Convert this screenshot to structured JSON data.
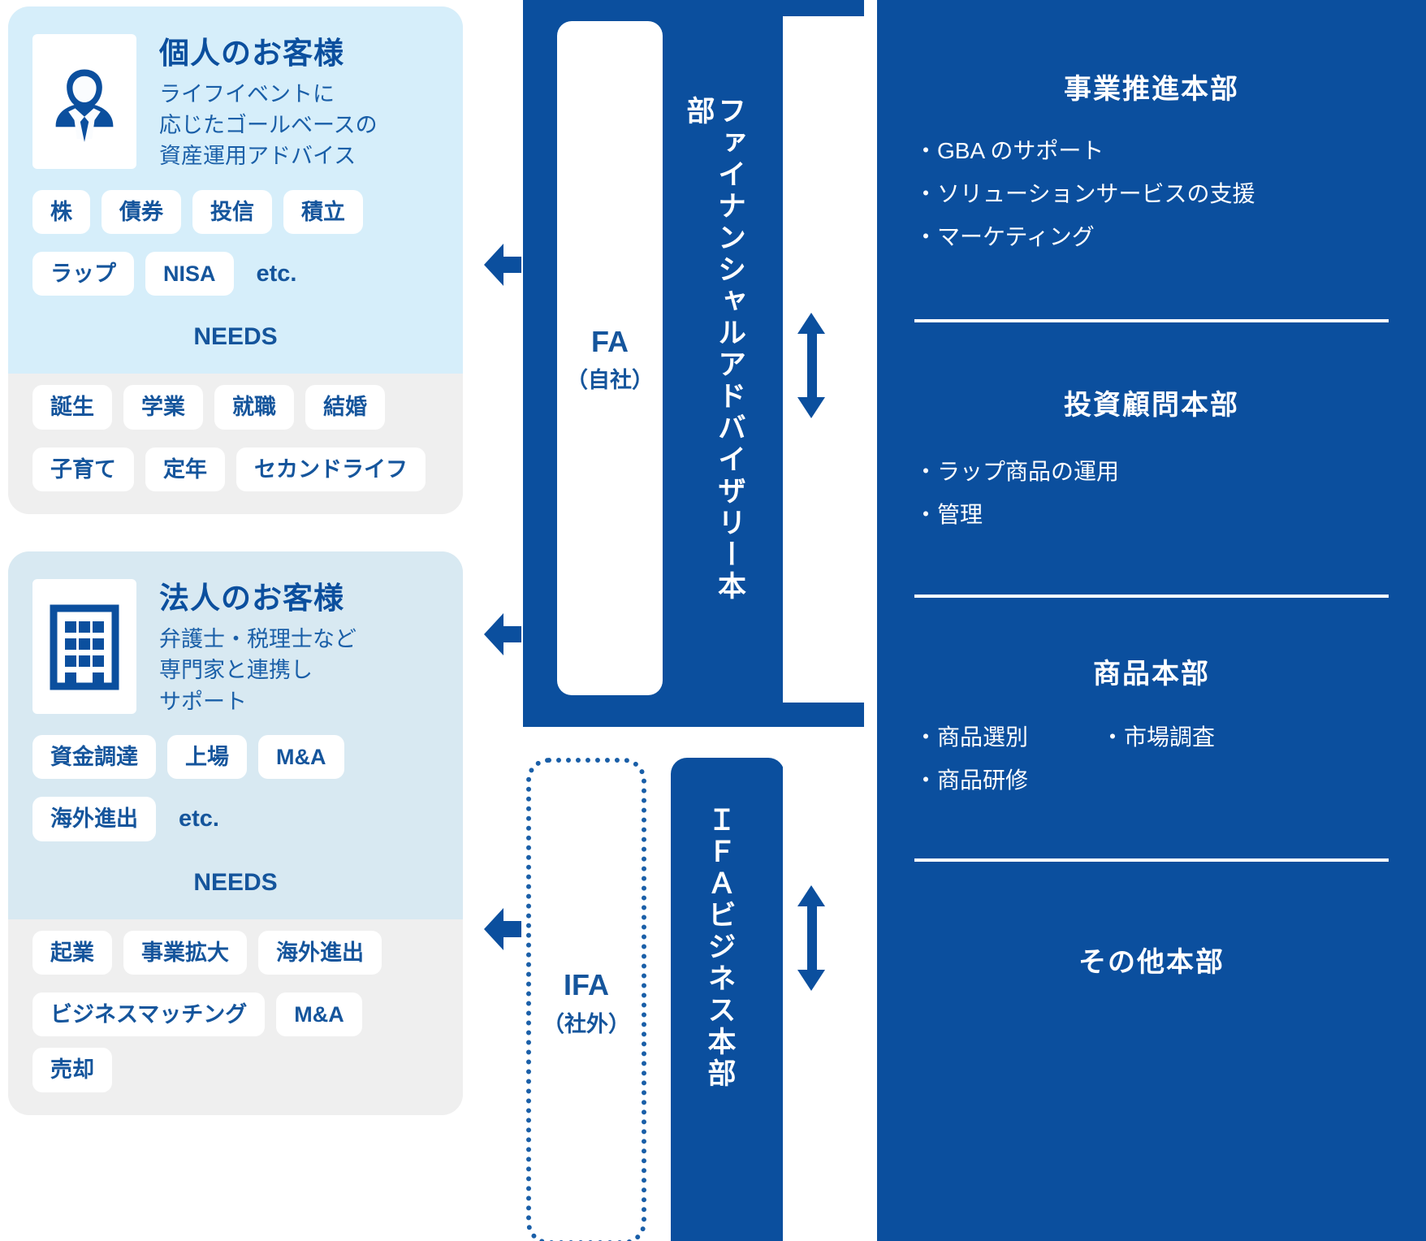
{
  "colors": {
    "brand_blue": "#0b4f9e",
    "text_blue": "#15559c",
    "card_top_1": "#d6eefa",
    "card_top_2": "#d8e9f2",
    "needs_band": "#efefef",
    "white": "#ffffff"
  },
  "customers": [
    {
      "icon": "person-avatar-icon",
      "title": "個人のお客様",
      "description": "ライフイベントに\n応じたゴールベースの\n資産運用アドバイス",
      "tags_row1": [
        "株",
        "債券",
        "投信",
        "積立"
      ],
      "tags_row2": [
        "ラップ",
        "NISA"
      ],
      "etc": "etc.",
      "needs_label": "NEEDS",
      "needs_row1": [
        "誕生",
        "学業",
        "就職",
        "結婚"
      ],
      "needs_row2": [
        "子育て",
        "定年",
        "セカンドライフ"
      ]
    },
    {
      "icon": "building-icon",
      "title": "法人のお客様",
      "description": "弁護士・税理士など\n専門家と連携し\nサポート",
      "tags_row1": [
        "資金調達",
        "上場",
        "M&A"
      ],
      "tags_row2": [
        "海外進出"
      ],
      "etc": "etc.",
      "needs_label": "NEEDS",
      "needs_row1": [
        "起業",
        "事業拡大",
        "海外進出"
      ],
      "needs_row2": [
        "ビジネスマッチング",
        "M&A",
        "売却"
      ]
    }
  ],
  "advisors": [
    {
      "name": "FA",
      "sub": "（自社）",
      "division": "ファイナンシャルアドバイザリー本部"
    },
    {
      "name": "IFA",
      "sub": "（社外）",
      "division": "ＩＦＡビジネス本部"
    }
  ],
  "headquarters": [
    {
      "title": "事業推進本部",
      "bullets_left": [
        "・GBA のサポート",
        "・ソリューションサービスの支援",
        "・マーケティング"
      ],
      "bullets_right": []
    },
    {
      "title": "投資顧問本部",
      "bullets_left": [
        "・ラップ商品の運用",
        "・管理"
      ],
      "bullets_right": []
    },
    {
      "title": "商品本部",
      "bullets_left": [
        "・商品選別",
        "・商品研修"
      ],
      "bullets_right": [
        "・市場調査"
      ]
    },
    {
      "title": "その他本部",
      "bullets_left": [],
      "bullets_right": []
    }
  ]
}
